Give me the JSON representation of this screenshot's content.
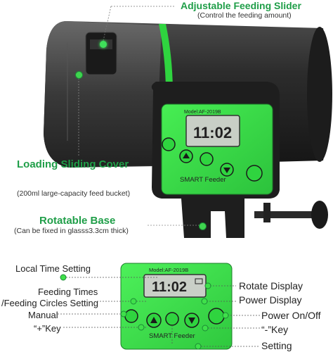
{
  "labels": {
    "slider_title": "Adjustable Feeding Slider",
    "slider_sub": "(Control the feeding amount)",
    "cover_title": "Loading Sliding Cover",
    "cover_sub": "(200ml large-capacity feed bucket)",
    "base_title": "Rotatable Base",
    "base_sub": "(Can be fixed in glasss3.3cm thick)"
  },
  "device": {
    "model": "Model:AF-2019B",
    "time": "11:02",
    "brand": "SMART Feeder"
  },
  "panel": {
    "model": "Model:AF-2019B",
    "time": "11:02",
    "brand": "SMART Feeder",
    "callouts": {
      "local_time": "Local Time Setting",
      "feeding_times_1": "Feeding Times",
      "feeding_times_2": "/Feeding Circles Setting",
      "manual": "Manual",
      "plus_key": "“+”Key",
      "rotate_display": "Rotate Display",
      "power_display": "Power Display",
      "power_onoff": "Power On/Off",
      "minus_key": "“-”Key",
      "setting": "Setting"
    }
  },
  "colors": {
    "accent_green": "#22a84a",
    "lime_panel": "#3fe04a",
    "device_body": "#2a2a2a"
  }
}
